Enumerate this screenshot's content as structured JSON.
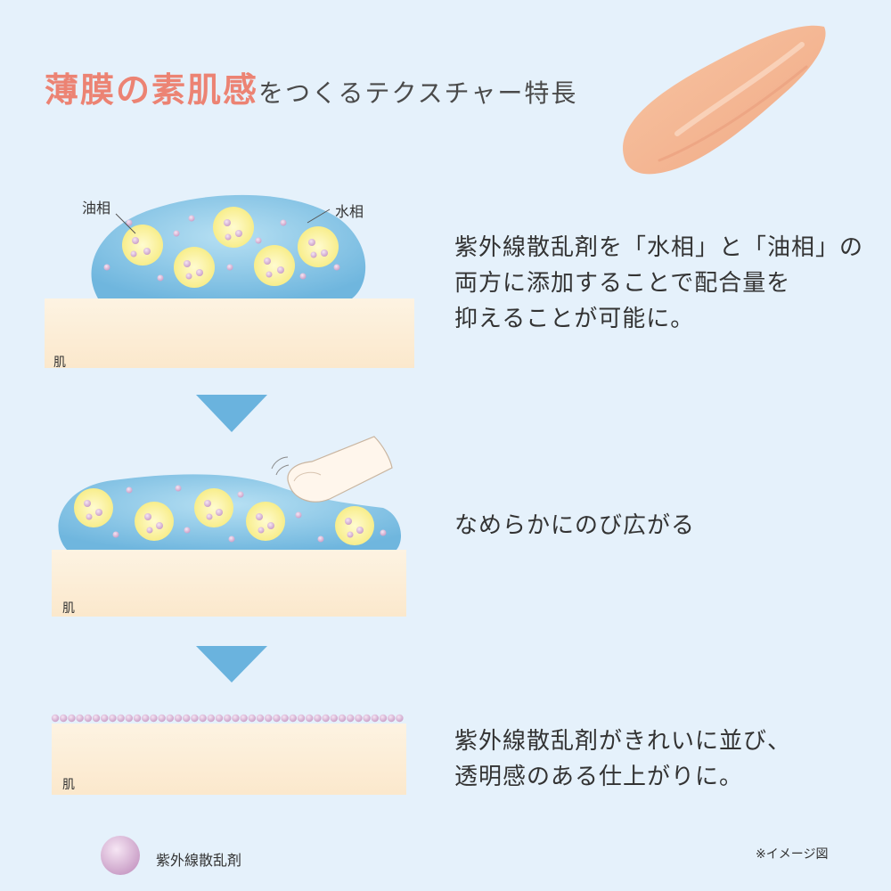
{
  "header": {
    "title_accent": "薄膜の素肌感",
    "title_rest": "をつくるテクスチャー特長"
  },
  "step1": {
    "oil_label": "油相",
    "water_label": "水相",
    "skin_label": "肌",
    "text_lines": [
      "紫外線散乱剤を「水相」と「油相」の",
      "両方に添加することで配合量を",
      "抑えることが可能に。"
    ]
  },
  "step2": {
    "skin_label": "肌",
    "text_lines": [
      "なめらかにのび広がる"
    ]
  },
  "step3": {
    "skin_label": "肌",
    "text_lines": [
      "紫外線散乱剤がきれいに並び、",
      "透明感のある仕上がりに。"
    ]
  },
  "legend": {
    "label": "紫外線散乱剤"
  },
  "footnote": "※イメージ図",
  "colors": {
    "accent": "#ec8373",
    "background": "#e5f1fb",
    "skin_fill": "#fdf0dc",
    "water_phase": "#8cc9e8",
    "oil_phase": "#fbf5a0",
    "particle": "#d9a9d4",
    "arrow": "#6ab3de",
    "cream": "#f4b58e"
  },
  "icons": {
    "arrow_1": "down-triangle-icon",
    "arrow_2": "down-triangle-icon",
    "finger": "finger-icon",
    "cream_swatch": "cream-smear-icon",
    "legend_particle": "particle-icon"
  }
}
